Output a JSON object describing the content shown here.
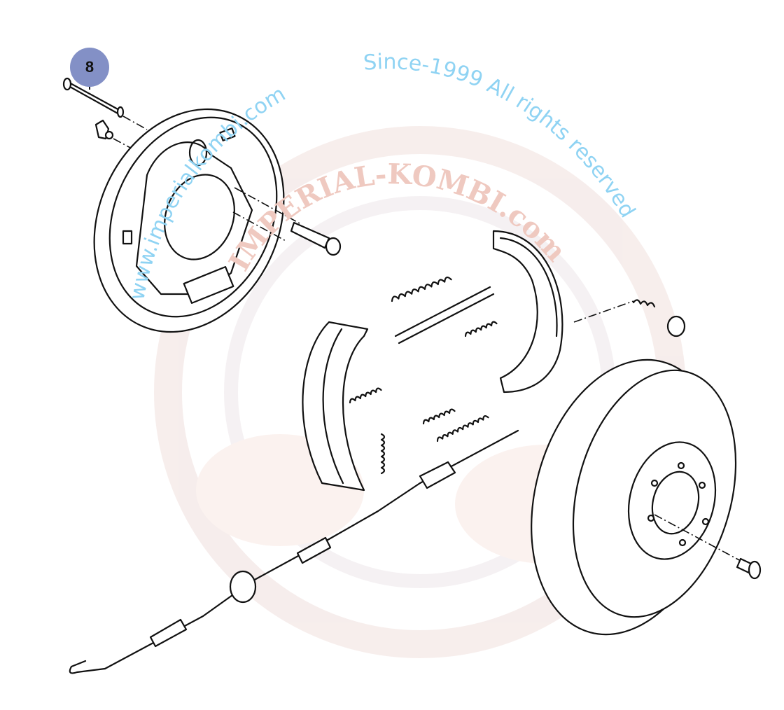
{
  "diagram": {
    "callouts": [
      {
        "number": "8",
        "part": "pin"
      }
    ],
    "watermark": {
      "arc_left": "www.imperialkombi.com",
      "arc_right": "Since-1999 All rights reserved",
      "seal": "IMPERIAL-KOMBI.com"
    },
    "colors": {
      "callout": "#8390c6",
      "watermark_text": "#8fd3f3",
      "seal": "#f3dcd6"
    }
  }
}
